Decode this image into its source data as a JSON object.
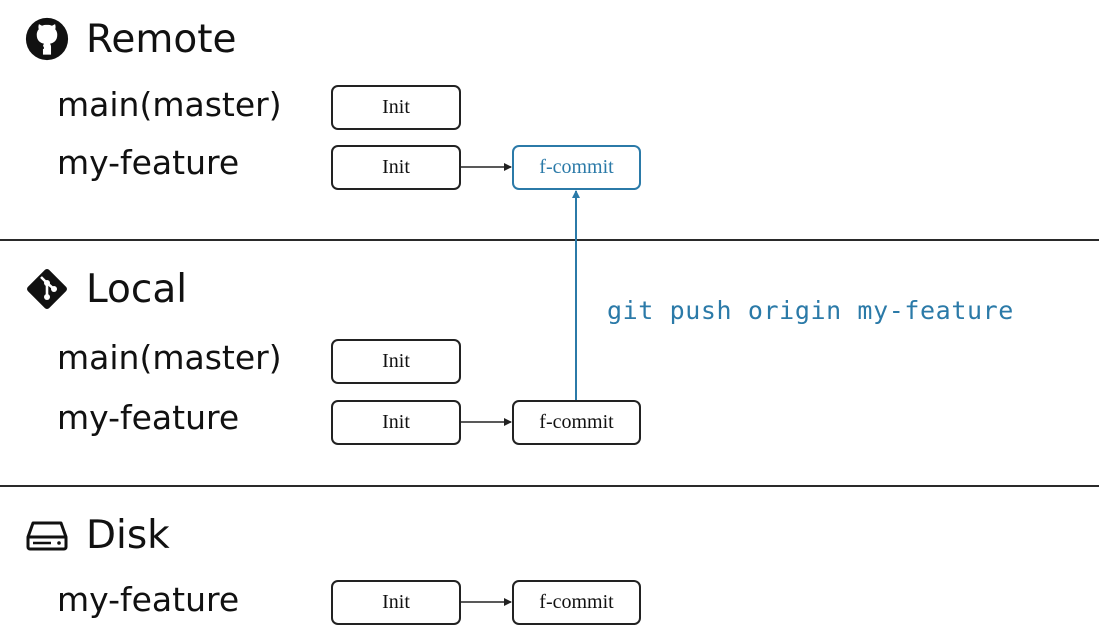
{
  "sections": {
    "remote": {
      "title": "Remote",
      "icon": "github-icon",
      "branches": [
        {
          "label": "main(master)",
          "commits": [
            "Init"
          ]
        },
        {
          "label": "my-feature",
          "commits": [
            "Init",
            "f-commit"
          ]
        }
      ]
    },
    "local": {
      "title": "Local",
      "icon": "git-icon",
      "branches": [
        {
          "label": "main(master)",
          "commits": [
            "Init"
          ]
        },
        {
          "label": "my-feature",
          "commits": [
            "Init",
            "f-commit"
          ]
        }
      ]
    },
    "disk": {
      "title": "Disk",
      "icon": "hard-drive-icon",
      "branches": [
        {
          "label": "my-feature",
          "commits": [
            "Init",
            "f-commit"
          ]
        }
      ]
    }
  },
  "command": "git push origin my-feature",
  "colors": {
    "accent": "#2b7aa8",
    "line": "#222222"
  }
}
